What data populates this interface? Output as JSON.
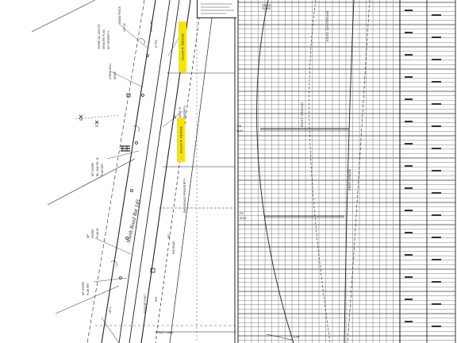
{
  "road": {
    "name": "North Road  Rte 145"
  },
  "highlights": [
    {
      "label": "ALLAN R. RENNIE"
    },
    {
      "label": "ALLAN R. RENNIE"
    }
  ],
  "owners": {
    "utility": "RAILROAD PROPERTY"
  },
  "profile": {
    "labels": [
      "EXIST. CENTERLINE",
      "EXIST. GROUND",
      "PROP. GRADE"
    ]
  },
  "colors": {
    "highlight": "#f5e400",
    "ink": "#222222",
    "grid": "#6a6a6a"
  }
}
